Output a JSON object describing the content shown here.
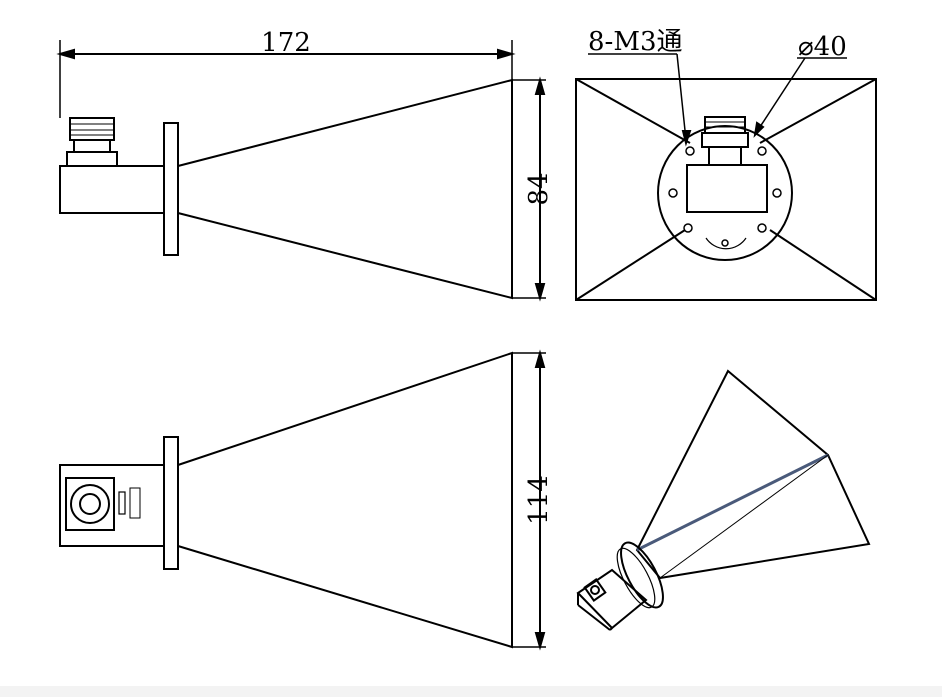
{
  "dimensions": {
    "length": "172",
    "side_height": "84",
    "bottom_height": "114",
    "holes": "8-M3通",
    "diameter": "⌀40"
  },
  "colors": {
    "line": "#000000",
    "accent": "#4a5a7a"
  }
}
